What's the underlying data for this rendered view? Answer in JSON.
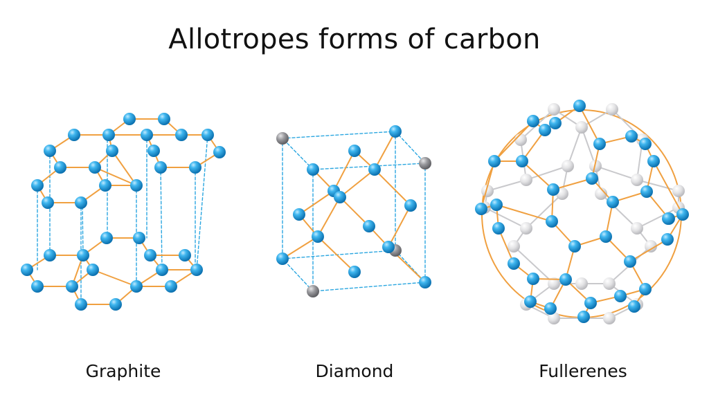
{
  "title": "Allotropes forms of carbon",
  "labels": {
    "graphite": "Graphite",
    "diamond": "Diamond",
    "fullerenes": "Fullerenes"
  },
  "colors": {
    "atom_blue": "#1fa0e0",
    "atom_grey": "#8a8a8e",
    "atom_back": "#d8d8da",
    "bond_orange": "#f0a040",
    "dashed_blue": "#2aa6e0",
    "back_bond": "#c9c9cc"
  }
}
